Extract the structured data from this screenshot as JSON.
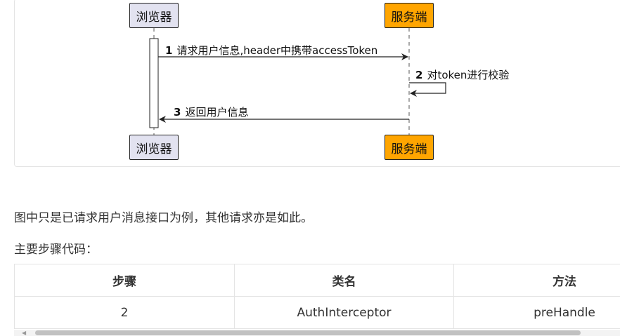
{
  "diagram": {
    "participants": {
      "browser": "浏览器",
      "server": "服务端"
    },
    "messages": [
      {
        "num": "1",
        "text": "请求用户信息,header中携带accessToken"
      },
      {
        "num": "2",
        "text": "对token进行校验"
      },
      {
        "num": "3",
        "text": "返回用户信息"
      }
    ],
    "colors": {
      "browser_box": "#e2e2f0",
      "server_box": "#ffa500"
    }
  },
  "paragraphs": {
    "note": "图中只是已请求用户消息接口为例，其他请求亦是如此。",
    "code_heading": "主要步骤代码："
  },
  "table": {
    "headers": [
      "步骤",
      "类名",
      "方法"
    ],
    "rows": [
      [
        "2",
        "AuthInterceptor",
        "preHandle"
      ]
    ]
  }
}
